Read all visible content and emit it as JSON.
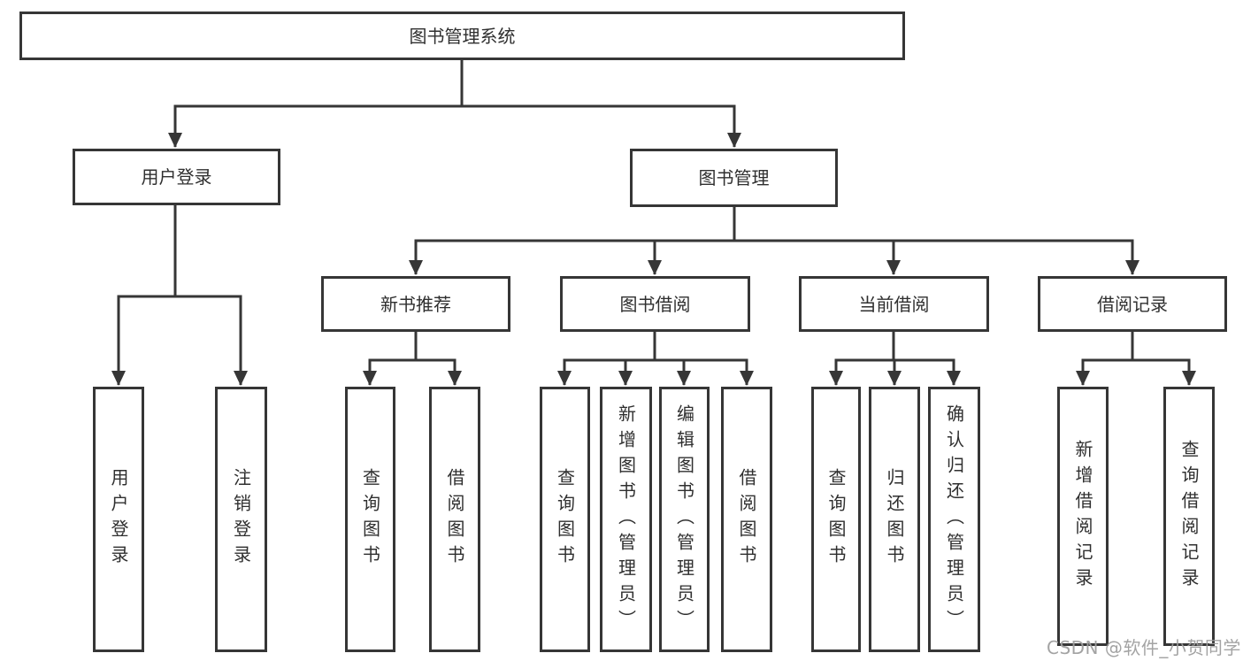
{
  "diagram": {
    "title": "图书管理系统",
    "level1": {
      "user_login": "用户登录",
      "book_mgmt": "图书管理"
    },
    "level2": {
      "new_book_rec": "新书推荐",
      "book_borrow": "图书借阅",
      "current_borrow": "当前借阅",
      "borrow_record": "借阅记录"
    },
    "leaves": {
      "login_user_login": "用户登录",
      "login_logout": "注销登录",
      "newrec_query_books": "查询图书",
      "newrec_borrow_books": "借阅图书",
      "borrow_query_books": "查询图书",
      "borrow_add_book_admin": "新增图书（管理员）",
      "borrow_edit_book_admin": "编辑图书（管理员）",
      "borrow_borrow_books": "借阅图书",
      "current_query_books": "查询图书",
      "current_return_books": "归还图书",
      "current_confirm_return_admin": "确认归还（管理员）",
      "record_add_borrow_record": "新增借阅记录",
      "record_query_borrow_record": "查询借阅记录"
    }
  },
  "watermark": "CSDN @软件_小贺同学",
  "colors": {
    "line": "#363636",
    "text": "#2f2f2f",
    "watermark": "#9e9e9e",
    "background": "#ffffff"
  }
}
